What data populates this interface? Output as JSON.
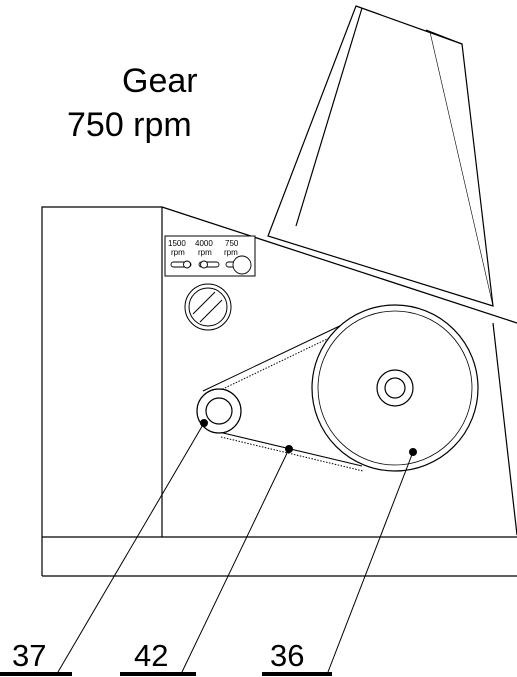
{
  "title": {
    "line1": "Gear",
    "line2": "750 rpm"
  },
  "speed_panel": {
    "options": [
      {
        "value": "1500",
        "unit": "rpm"
      },
      {
        "value": "4000",
        "unit": "rpm"
      },
      {
        "value": "750",
        "unit": "rpm"
      }
    ]
  },
  "callouts": [
    {
      "label": "37",
      "part": "small pulley"
    },
    {
      "label": "42",
      "part": "belt"
    },
    {
      "label": "36",
      "part": "large pulley"
    }
  ]
}
